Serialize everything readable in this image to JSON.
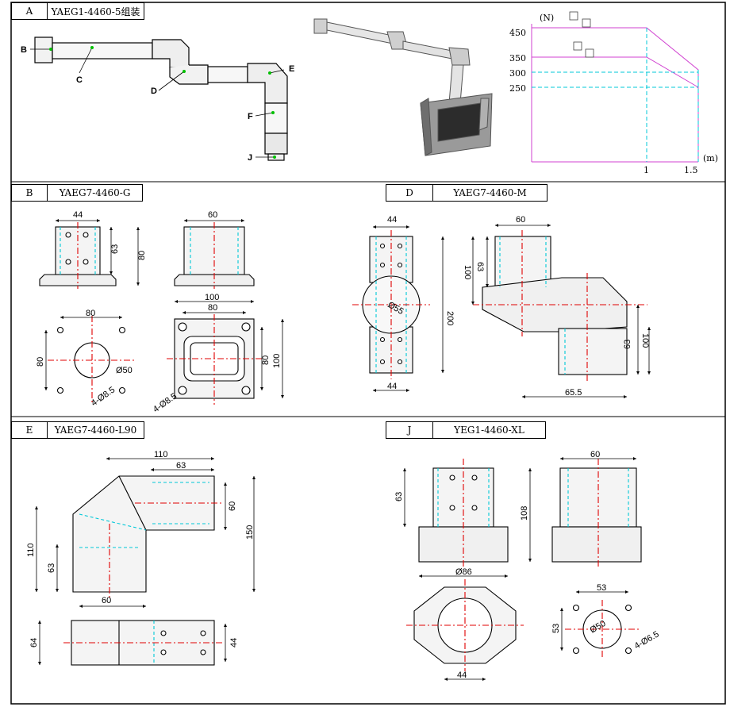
{
  "sections": {
    "A": {
      "letter": "A",
      "name": "YAEG1-4460-5组装"
    },
    "B": {
      "letter": "B",
      "name": "YAEG7-4460-G"
    },
    "D": {
      "letter": "D",
      "name": "YAEG7-4460-M"
    },
    "E": {
      "letter": "E",
      "name": "YAEG7-4460-L90"
    },
    "J": {
      "letter": "J",
      "name": "YEG1-4460-XL"
    }
  },
  "callouts": [
    "B",
    "C",
    "D",
    "E",
    "F",
    "J"
  ],
  "load_chart": {
    "y_unit": "(N)",
    "x_unit": "(m)",
    "y_ticks": [
      "450",
      "350",
      "300",
      "250"
    ],
    "x_ticks": [
      "1",
      "1.5"
    ]
  },
  "dims": {
    "b_44": "44",
    "b_63": "63",
    "b_80v": "80",
    "b_60": "60",
    "b_80": "80",
    "b_80h": "80",
    "b_d50": "Ø50",
    "b_hole1": "4-Ø8.5",
    "b_100": "100",
    "b_80inner": "80",
    "b_80side": "80",
    "b_100side": "100",
    "b_hole2": "4-Ø8.5",
    "d_44top": "44",
    "d_d55": "Ø55",
    "d_200": "200",
    "d_44bot": "44",
    "d_60": "60",
    "d_63": "63",
    "d_100": "100",
    "d_100r": "100",
    "d_63r": "63",
    "d_655": "65.5",
    "e_110": "110",
    "e_63": "63",
    "e_60r": "60",
    "e_150": "150",
    "e_110l": "110",
    "e_63l": "63",
    "e_60b": "60",
    "e_64": "64",
    "e_44": "44",
    "j_63": "63",
    "j_108": "108",
    "j_d86": "Ø86",
    "j_60": "60",
    "j_44": "44",
    "j_53h": "53",
    "j_53v": "53",
    "j_d50": "Ø50",
    "j_hole": "4-Ø6.5"
  },
  "colors": {
    "dim_red": "#e00000",
    "center_cyan": "#00c8d8",
    "chart_magenta": "#d040d0",
    "callout_green": "#00c000"
  }
}
